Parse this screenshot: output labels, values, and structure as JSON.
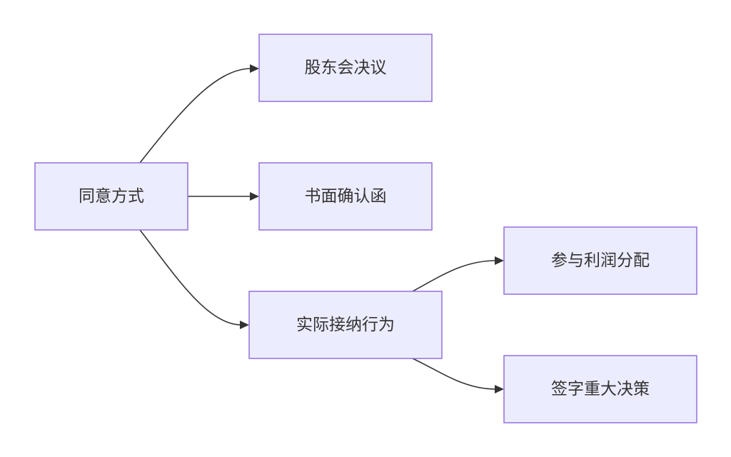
{
  "diagram": {
    "nodes": [
      {
        "id": "consent",
        "label": "同意方式"
      },
      {
        "id": "resolution",
        "label": "股东会决议"
      },
      {
        "id": "letter",
        "label": "书面确认函"
      },
      {
        "id": "conduct",
        "label": "实际接纳行为"
      },
      {
        "id": "profit",
        "label": "参与利润分配"
      },
      {
        "id": "decision",
        "label": "签字重大决策"
      }
    ],
    "edges": [
      {
        "from": "consent",
        "to": "resolution"
      },
      {
        "from": "consent",
        "to": "letter"
      },
      {
        "from": "consent",
        "to": "conduct"
      },
      {
        "from": "conduct",
        "to": "profit"
      },
      {
        "from": "conduct",
        "to": "decision"
      }
    ],
    "colors": {
      "node_fill": "#ECECFF",
      "node_stroke": "#9370DB",
      "edge": "#333333",
      "text": "#333333"
    }
  }
}
